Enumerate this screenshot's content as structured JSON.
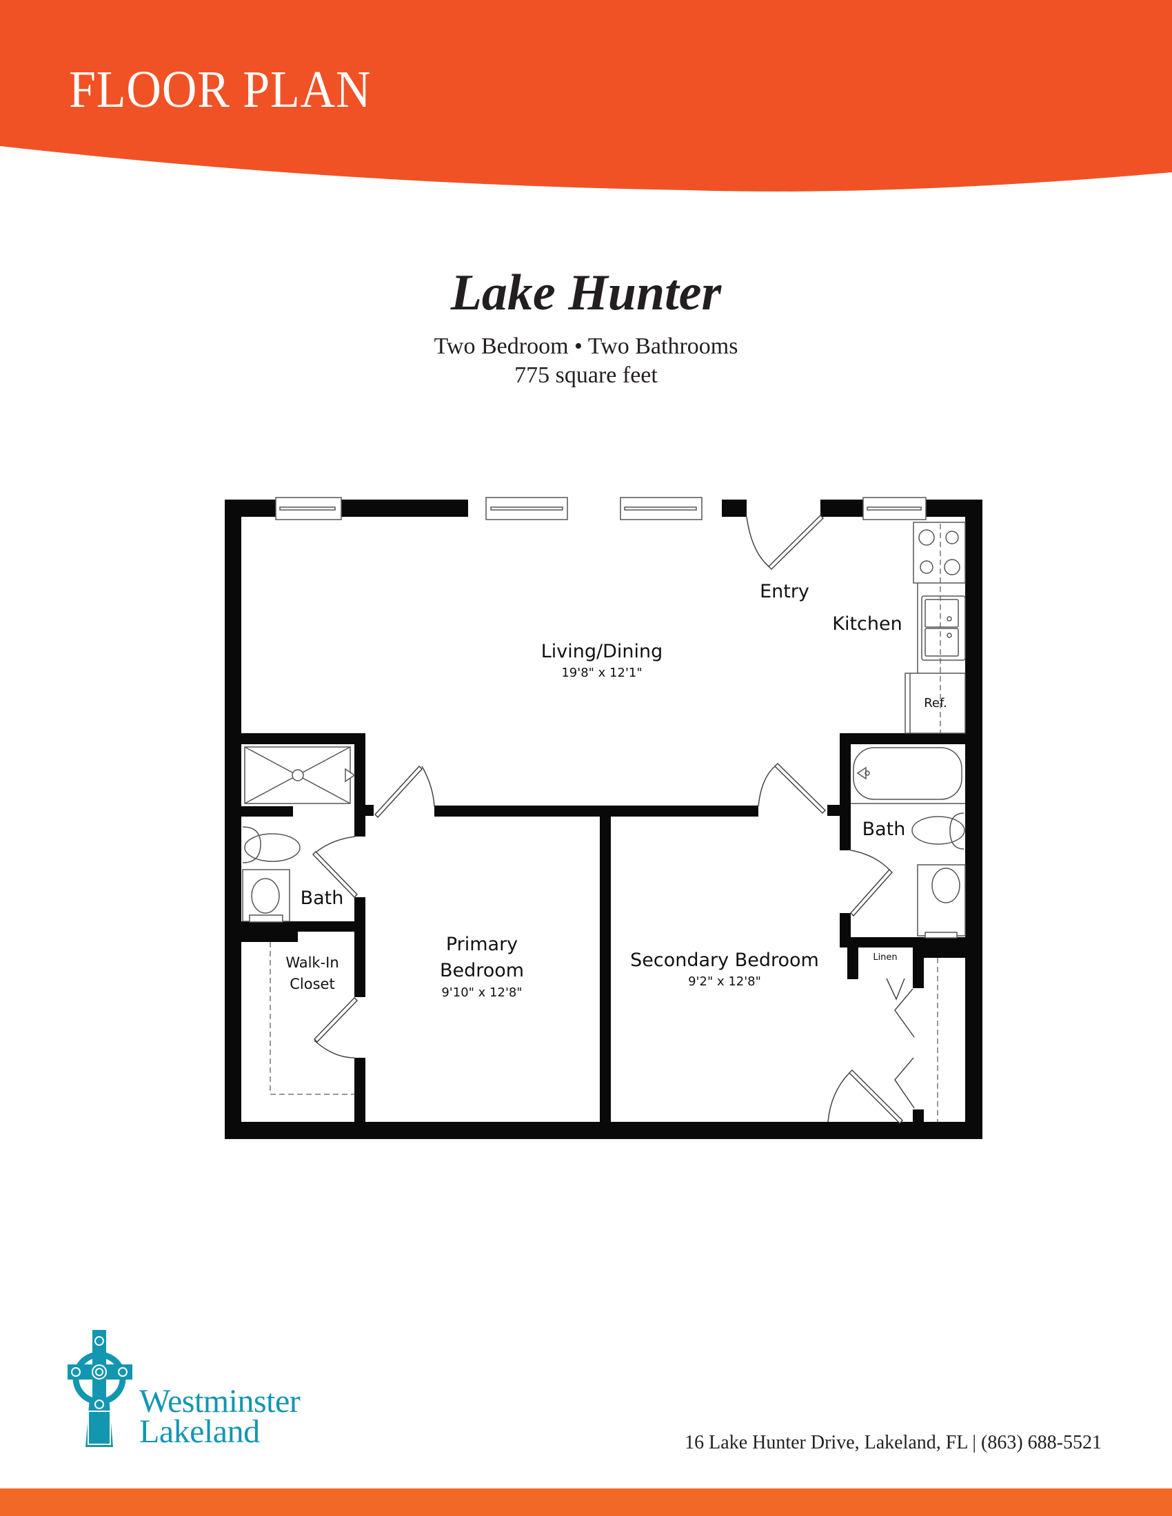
{
  "header": {
    "title": "FLOOR PLAN",
    "background_color": "#f15225"
  },
  "plan": {
    "name": "Lake Hunter",
    "subtitle": "Two Bedroom • Two Bathrooms",
    "area": "775 square feet"
  },
  "rooms": {
    "living": {
      "name": "Living/Dining",
      "dimensions": "19'8\" x 12'1\""
    },
    "entry": {
      "name": "Entry"
    },
    "kitchen": {
      "name": "Kitchen"
    },
    "refrigerator": {
      "name": "Ref."
    },
    "bath_primary": {
      "name": "Bath"
    },
    "walk_in_closet": {
      "name_line1": "Walk-In",
      "name_line2": "Closet"
    },
    "primary_bedroom": {
      "name_line1": "Primary",
      "name_line2": "Bedroom",
      "dimensions": "9'10\" x 12'8\""
    },
    "secondary_bedroom": {
      "name": "Secondary Bedroom",
      "dimensions": "9'2\" x 12'8\""
    },
    "bath_secondary": {
      "name": "Bath"
    },
    "linen": {
      "name": "Linen"
    }
  },
  "brand": {
    "logo_icon": "celtic-cross-icon",
    "name_line1": "Westminster",
    "name_line2": "Lakeland",
    "color": "#1396b0"
  },
  "footer": {
    "address": "16 Lake Hunter Drive, Lakeland, FL | (863) 688-5521",
    "bar_color": "#f26927"
  }
}
